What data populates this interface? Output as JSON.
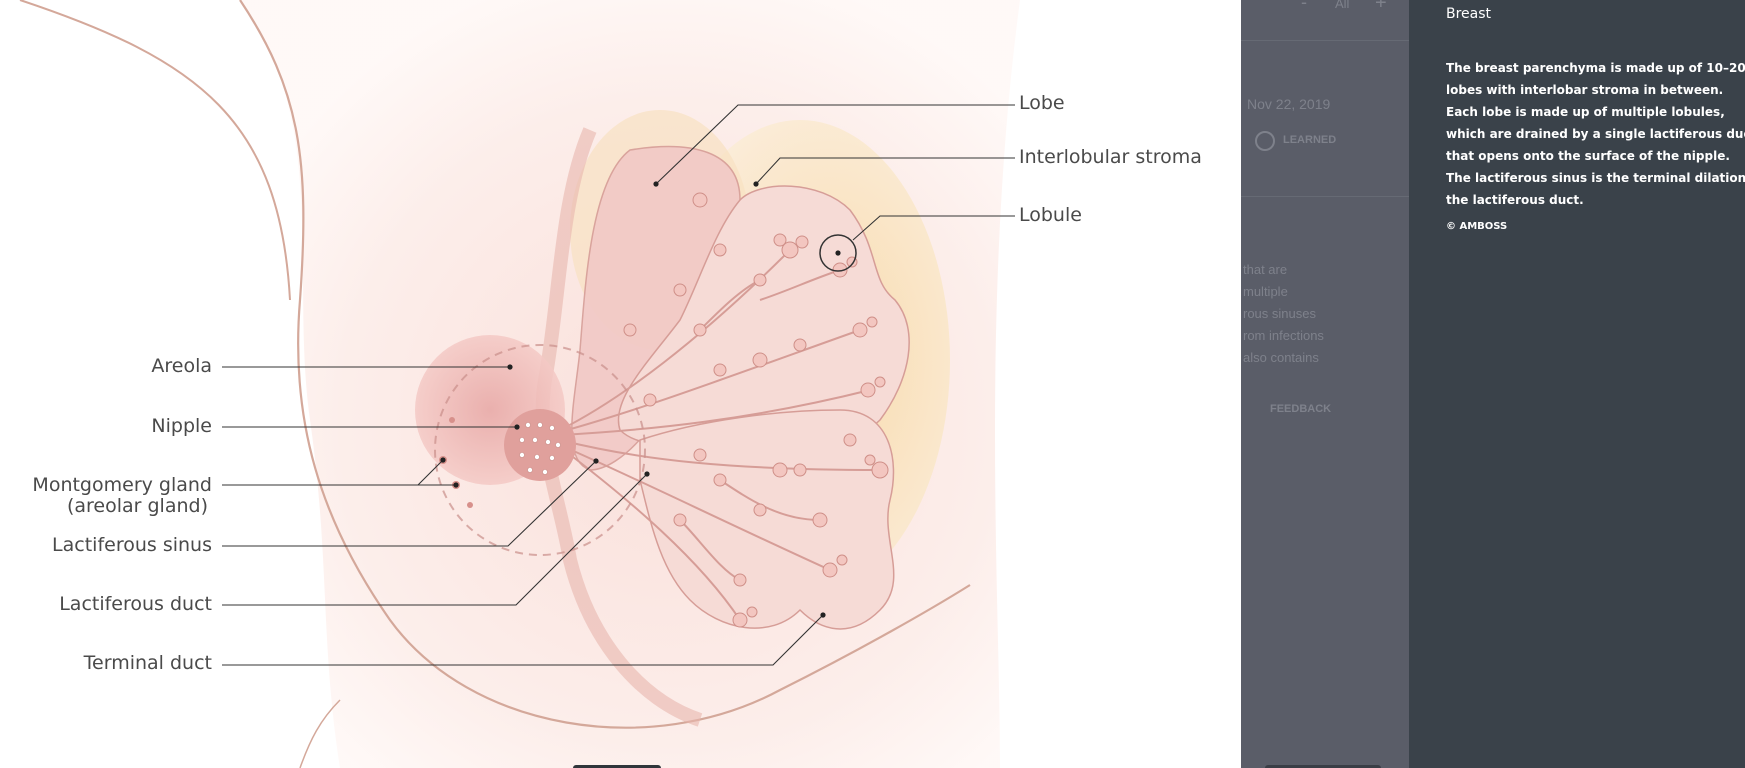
{
  "figure": {
    "labels": {
      "lobe": "Lobe",
      "interlobular_stroma": "Interlobular stroma",
      "lobule": "Lobule",
      "areola": "Areola",
      "nipple": "Nipple",
      "montgomery_line1": "Montgomery gland",
      "montgomery_line2": "(areolar gland)",
      "lactiferous_sinus": "Lactiferous sinus",
      "lactiferous_duct": "Lactiferous duct",
      "terminal_duct": "Terminal duct"
    }
  },
  "background_panel": {
    "zoom_minus": "-",
    "zoom_label": "All",
    "zoom_plus": "+",
    "date": "Nov 22, 2019",
    "learned_label": "LEARNED",
    "text_lines": [
      "that are",
      "multiple",
      "rous sinuses",
      "rom infections",
      "also contains"
    ],
    "feedback_label": "FEEDBACK"
  },
  "info_panel": {
    "title": "Breast",
    "description_lines": [
      "The breast parenchyma is made up of 10–20",
      "lobes with interlobar stroma in between.",
      "Each lobe is made up of multiple lobules,",
      "which are drained by a single lactiferous duct",
      "that opens onto the surface of the nipple.",
      "The lactiferous sinus is the terminal dilation of",
      "the lactiferous duct."
    ],
    "copyright": "© AMBOSS"
  }
}
